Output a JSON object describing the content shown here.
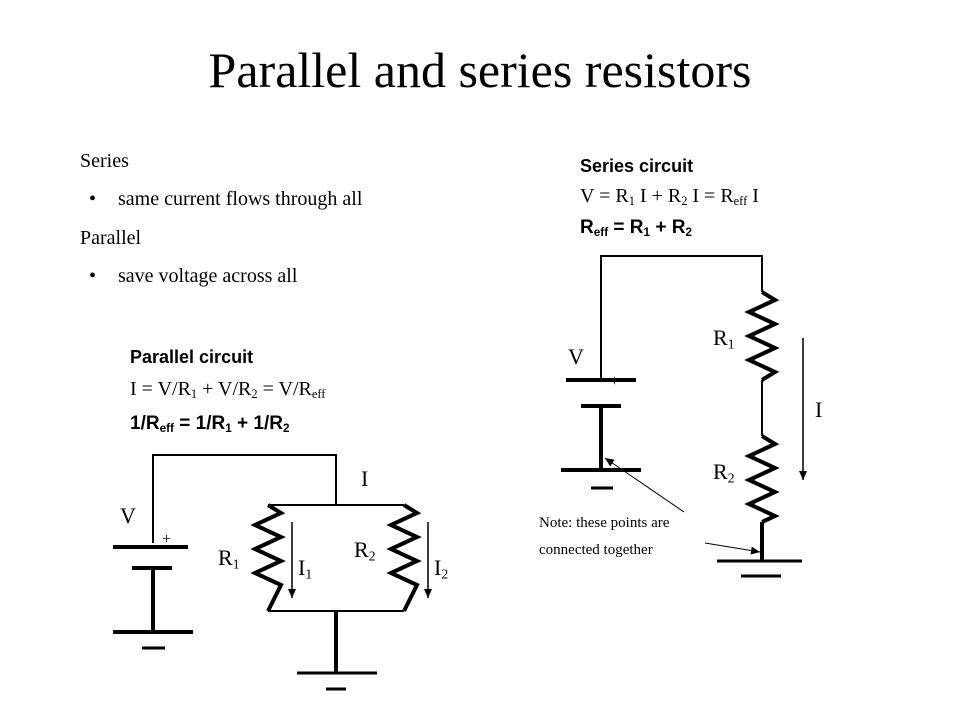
{
  "title": "Parallel and series resistors",
  "bullets": {
    "series_heading": "Series",
    "series_point": "same current flows through all",
    "parallel_heading": "Parallel",
    "parallel_point": "save voltage across all"
  },
  "parallel_circuit": {
    "heading": "Parallel circuit",
    "eq1": {
      "p1": "I = V/R",
      "s1": "1",
      "p2": " + V/R",
      "s2": "2",
      "p3": " = V/R",
      "s3": "eff"
    },
    "eq2": {
      "p1": "1/R",
      "s1": "eff",
      "p2": " = 1/R",
      "s2": "1",
      "p3": " + 1/R",
      "s3": "2"
    },
    "labels": {
      "v": "V",
      "plus": "+",
      "current": "I",
      "r1": {
        "base": "R",
        "sub": "1"
      },
      "r2": {
        "base": "R",
        "sub": "2"
      },
      "i1": {
        "base": "I",
        "sub": "1"
      },
      "i2": {
        "base": "I",
        "sub": "2"
      }
    }
  },
  "series_circuit": {
    "heading": "Series circuit",
    "eq1": {
      "p1": "V = R",
      "s1": "1",
      "p2": " I + R",
      "s2": "2",
      "p3": " I = R",
      "s3": "eff",
      "p4": " I"
    },
    "eq2": {
      "p1": "R",
      "s1": "eff",
      "p2": " = R",
      "s2": "1",
      "p3": " + R",
      "s3": "2"
    },
    "labels": {
      "v": "V",
      "plus": "+",
      "current": "I",
      "r1": {
        "base": "R",
        "sub": "1"
      },
      "r2": {
        "base": "R",
        "sub": "2"
      }
    },
    "note_line1": "Note: these points are",
    "note_line2": "connected together"
  }
}
